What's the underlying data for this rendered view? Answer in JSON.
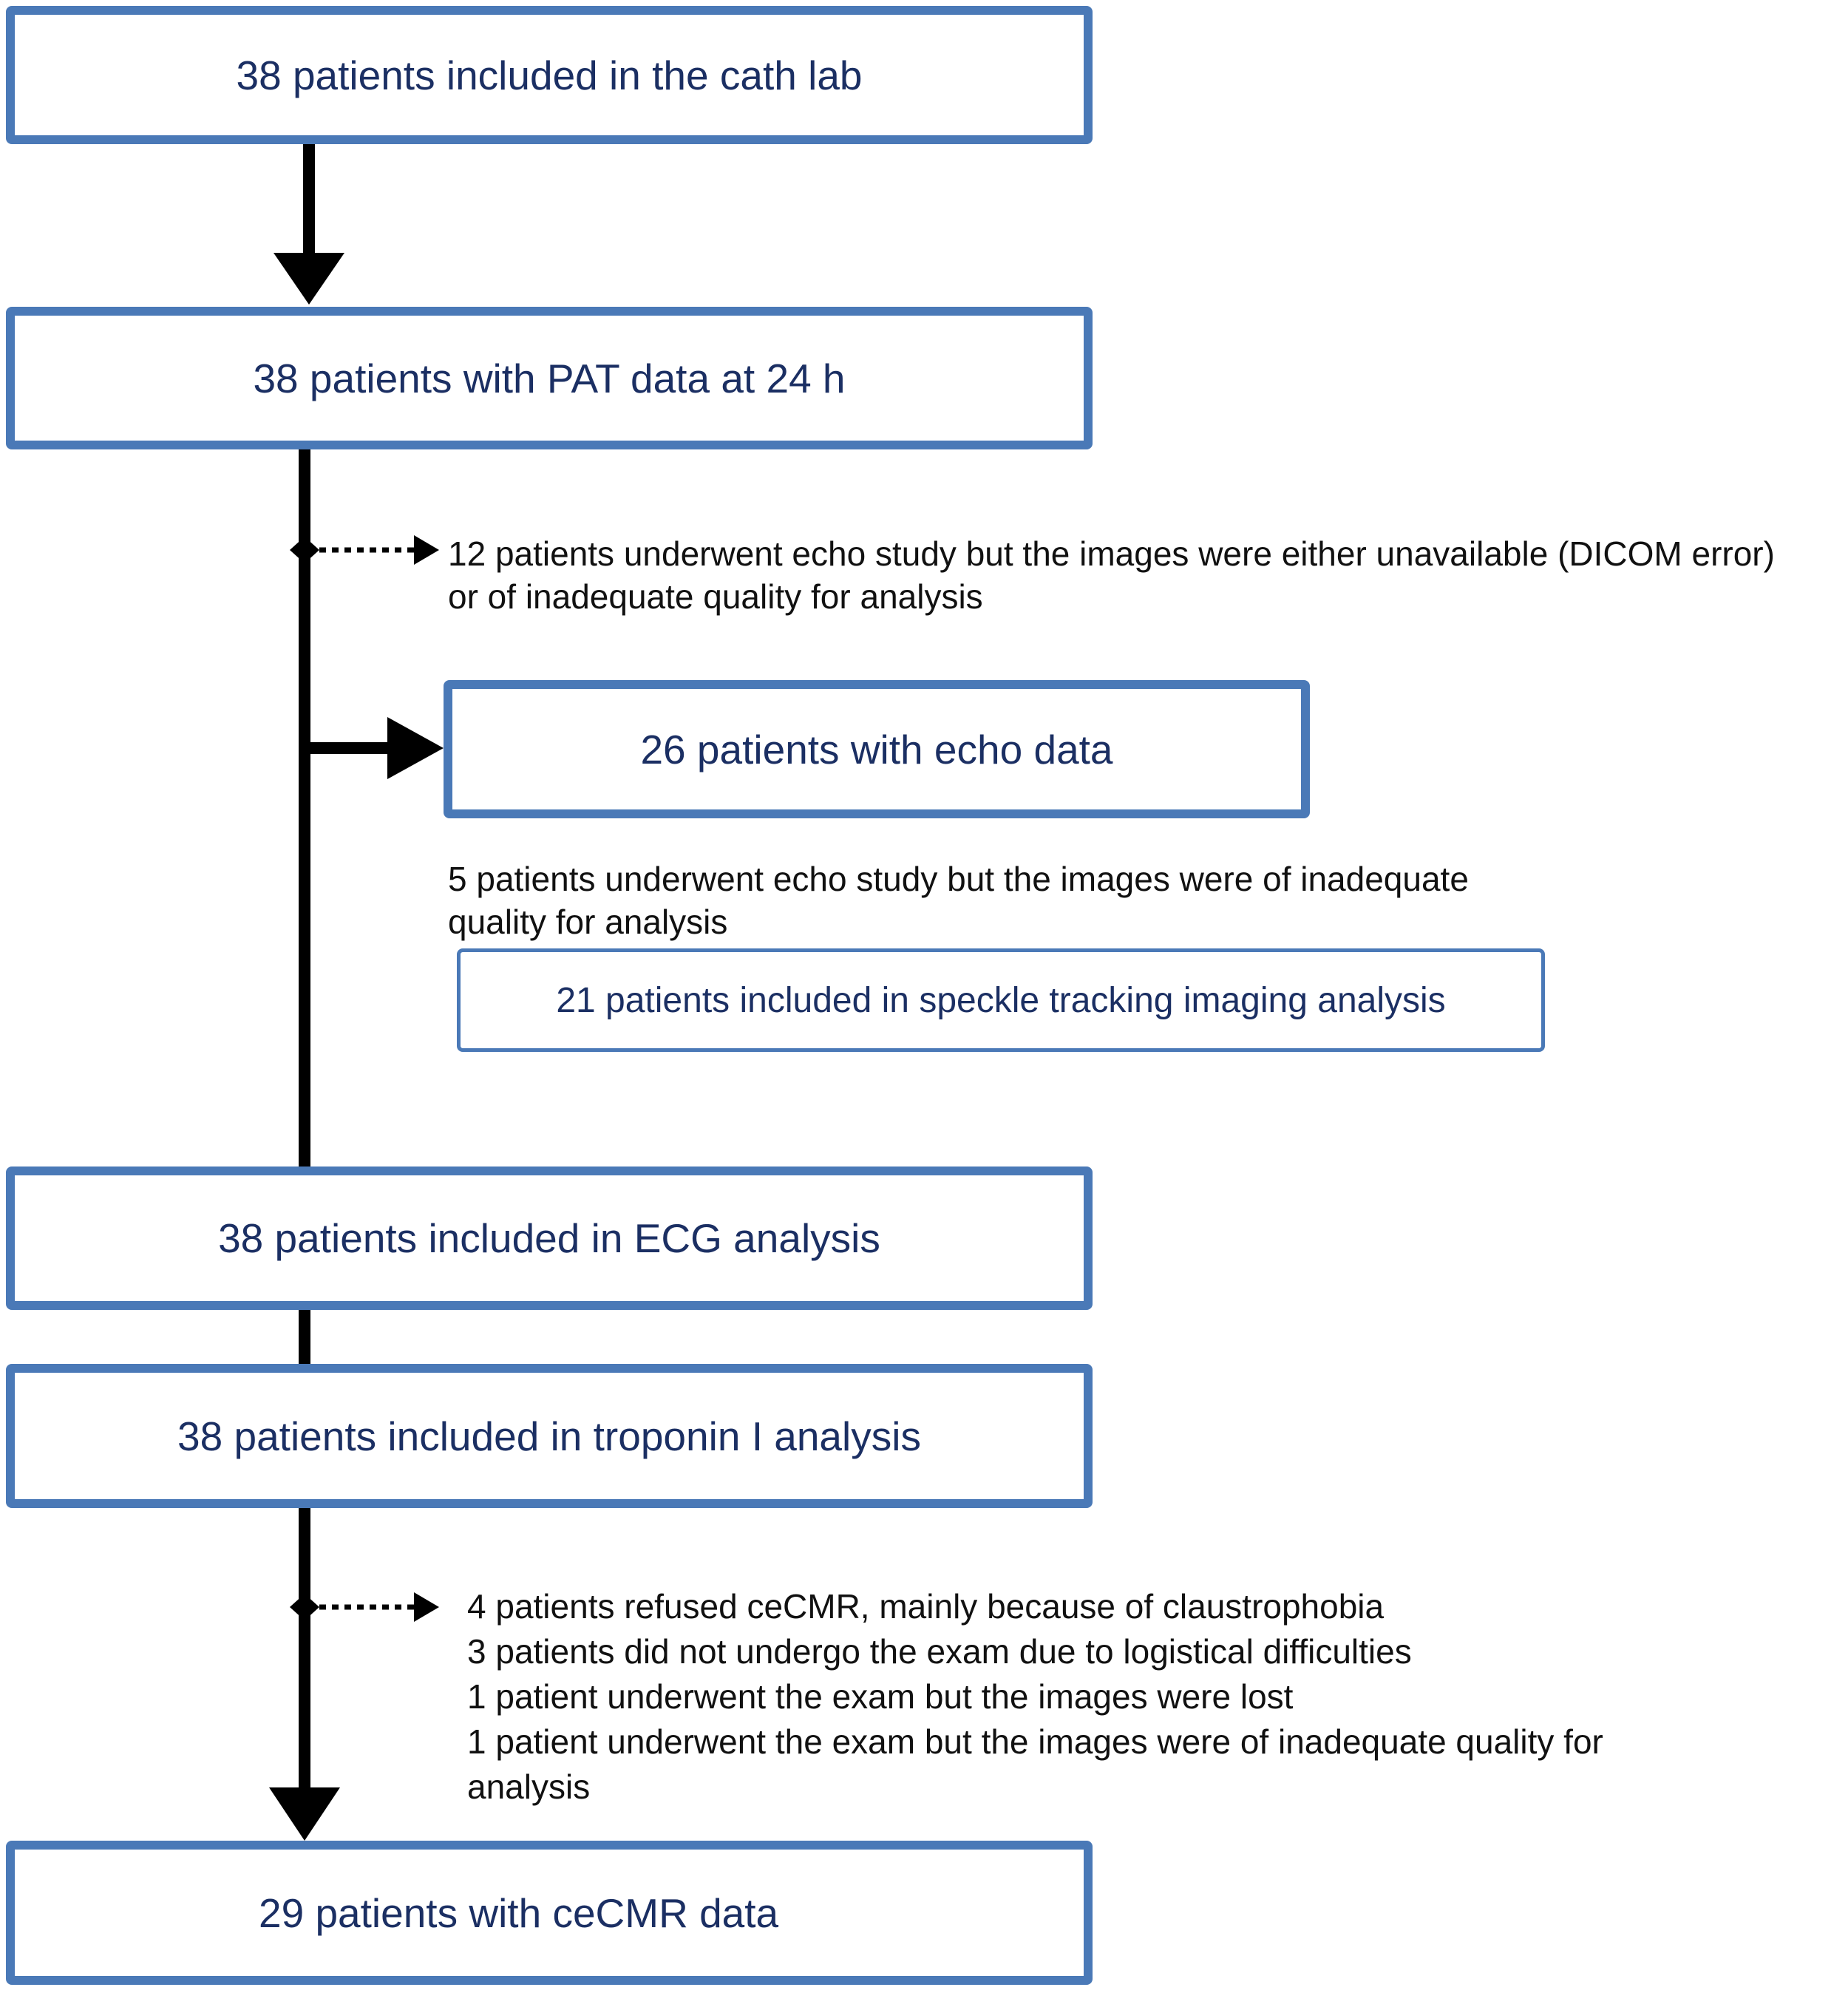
{
  "boxes": {
    "cath_lab": "38 patients included in the cath lab",
    "pat_24h": "38 patients with PAT data at 24 h",
    "echo": "26 patients with echo data",
    "speckle": "21 patients included in speckle tracking imaging analysis",
    "ecg": "38 patients included in ECG analysis",
    "troponin": "38 patients included in troponin I analysis",
    "cecmr": "29 patients with ceCMR data"
  },
  "notes": {
    "echo_excluded": [
      "12 patients underwent echo study but the images were either unavailable (DICOM error)",
      "or of inadequate quality for analysis"
    ],
    "speckle_excluded": [
      "5 patients underwent echo study but the images were of inadequate",
      "quality for analysis"
    ],
    "cmr_excluded": [
      "4 patients refused ceCMR, mainly because of claustrophobia",
      "3 patients did not undergo the exam due to logistical difficulties",
      "1 patient underwent the exam but the images were lost",
      "1 patient underwent the exam but the images were of inadequate quality for",
      "analysis"
    ]
  },
  "colors": {
    "box_border": "#4a79b7",
    "box_text": "#1b2f63",
    "note_text": "#111111",
    "connector": "#000000"
  }
}
